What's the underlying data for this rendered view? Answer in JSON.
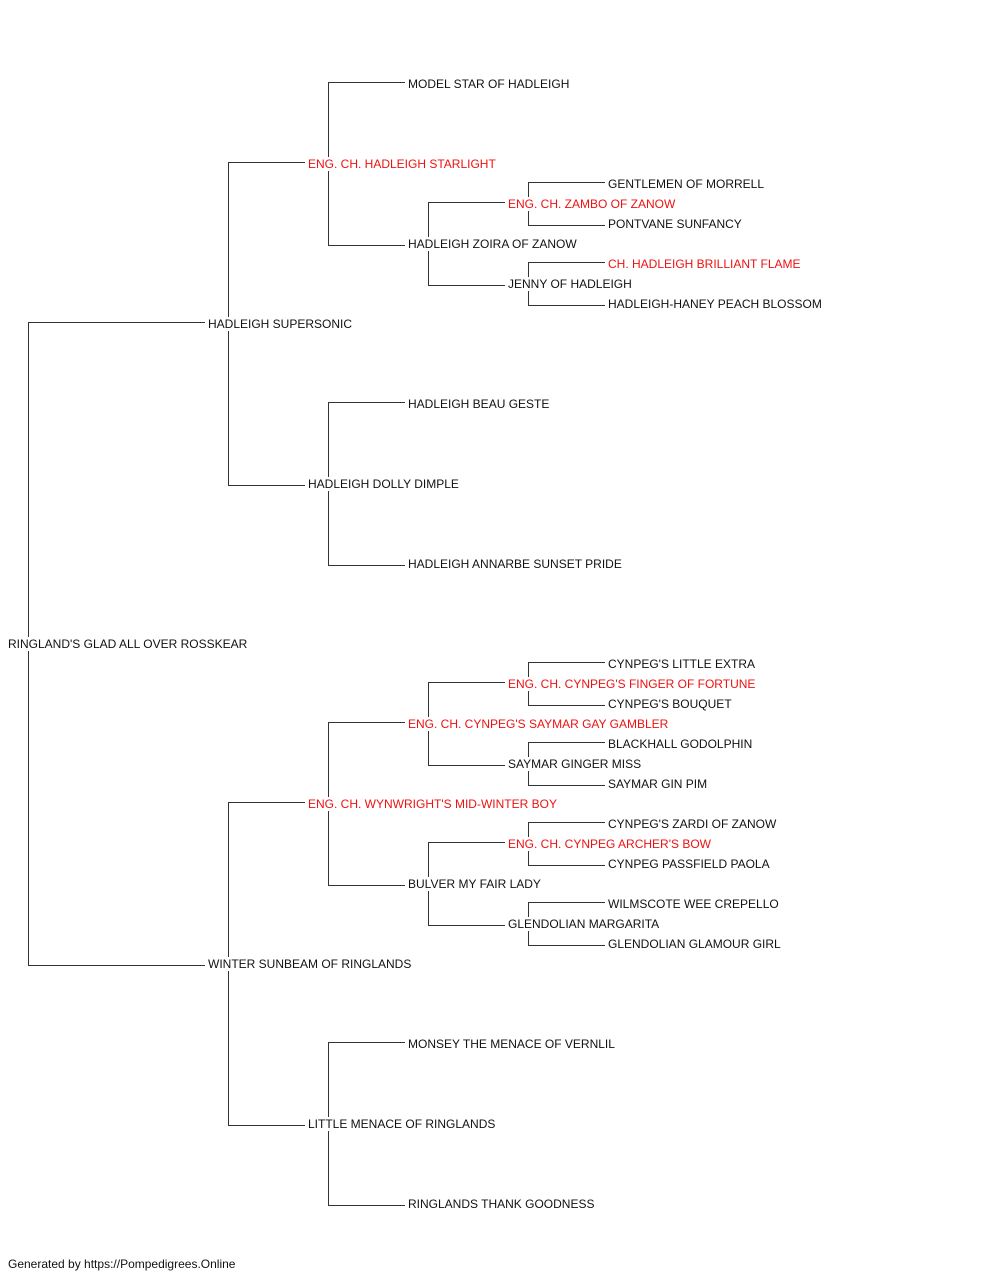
{
  "colors": {
    "champion": "#ee1111",
    "normal": "#111111",
    "line": "#333333"
  },
  "pedigree": {
    "subject": {
      "name": "RINGLAND'S GLAD ALL OVER ROSSKEAR",
      "champion": false
    },
    "sire": {
      "name": "HADLEIGH SUPERSONIC",
      "champion": false
    },
    "dam": {
      "name": "WINTER SUNBEAM OF RINGLANDS",
      "champion": false
    },
    "s_s": {
      "name": "ENG. CH. HADLEIGH STARLIGHT",
      "champion": true
    },
    "s_d": {
      "name": "HADLEIGH DOLLY DIMPLE",
      "champion": false
    },
    "d_s": {
      "name": "ENG. CH. WYNWRIGHT'S MID-WINTER BOY",
      "champion": true
    },
    "d_d": {
      "name": "LITTLE MENACE OF RINGLANDS",
      "champion": false
    },
    "s_s_s": {
      "name": "MODEL STAR OF HADLEIGH",
      "champion": false
    },
    "s_s_d": {
      "name": "HADLEIGH ZOIRA OF ZANOW",
      "champion": false
    },
    "s_d_s": {
      "name": "HADLEIGH BEAU GESTE",
      "champion": false
    },
    "s_d_d": {
      "name": "HADLEIGH ANNARBE SUNSET PRIDE",
      "champion": false
    },
    "d_s_s": {
      "name": "ENG. CH. CYNPEG'S SAYMAR GAY GAMBLER",
      "champion": true
    },
    "d_s_d": {
      "name": "BULVER MY FAIR LADY",
      "champion": false
    },
    "d_d_s": {
      "name": "MONSEY THE MENACE OF VERNLIL",
      "champion": false
    },
    "d_d_d": {
      "name": "RINGLANDS THANK GOODNESS",
      "champion": false
    },
    "s_s_d_s": {
      "name": "ENG. CH. ZAMBO OF ZANOW",
      "champion": true
    },
    "s_s_d_d": {
      "name": "JENNY OF HADLEIGH",
      "champion": false
    },
    "d_s_s_s": {
      "name": "ENG. CH. CYNPEG'S FINGER OF FORTUNE",
      "champion": true
    },
    "d_s_s_d": {
      "name": "SAYMAR GINGER MISS",
      "champion": false
    },
    "d_s_d_s": {
      "name": "ENG. CH. CYNPEG ARCHER'S BOW",
      "champion": true
    },
    "d_s_d_d": {
      "name": "GLENDOLIAN MARGARITA",
      "champion": false
    },
    "s_s_d_s_s": {
      "name": "GENTLEMEN OF MORRELL",
      "champion": false
    },
    "s_s_d_s_d": {
      "name": "PONTVANE SUNFANCY",
      "champion": false
    },
    "s_s_d_d_s": {
      "name": "CH. HADLEIGH BRILLIANT FLAME",
      "champion": true
    },
    "s_s_d_d_d": {
      "name": "HADLEIGH-HANEY PEACH BLOSSOM",
      "champion": false
    },
    "d_s_s_s_s": {
      "name": "CYNPEG'S LITTLE EXTRA",
      "champion": false
    },
    "d_s_s_s_d": {
      "name": "CYNPEG'S BOUQUET",
      "champion": false
    },
    "d_s_s_d_s": {
      "name": "BLACKHALL GODOLPHIN",
      "champion": false
    },
    "d_s_s_d_d": {
      "name": "SAYMAR GIN PIM",
      "champion": false
    },
    "d_s_d_s_s": {
      "name": "CYNPEG'S ZARDI OF ZANOW",
      "champion": false
    },
    "d_s_d_s_d": {
      "name": "CYNPEG PASSFIELD PAOLA",
      "champion": false
    },
    "d_s_d_d_s": {
      "name": "WILMSCOTE WEE CREPELLO",
      "champion": false
    },
    "d_s_d_d_d": {
      "name": "GLENDOLIAN GLAMOUR GIRL",
      "champion": false
    }
  },
  "footer": "Generated by https://Pompedigrees.Online"
}
